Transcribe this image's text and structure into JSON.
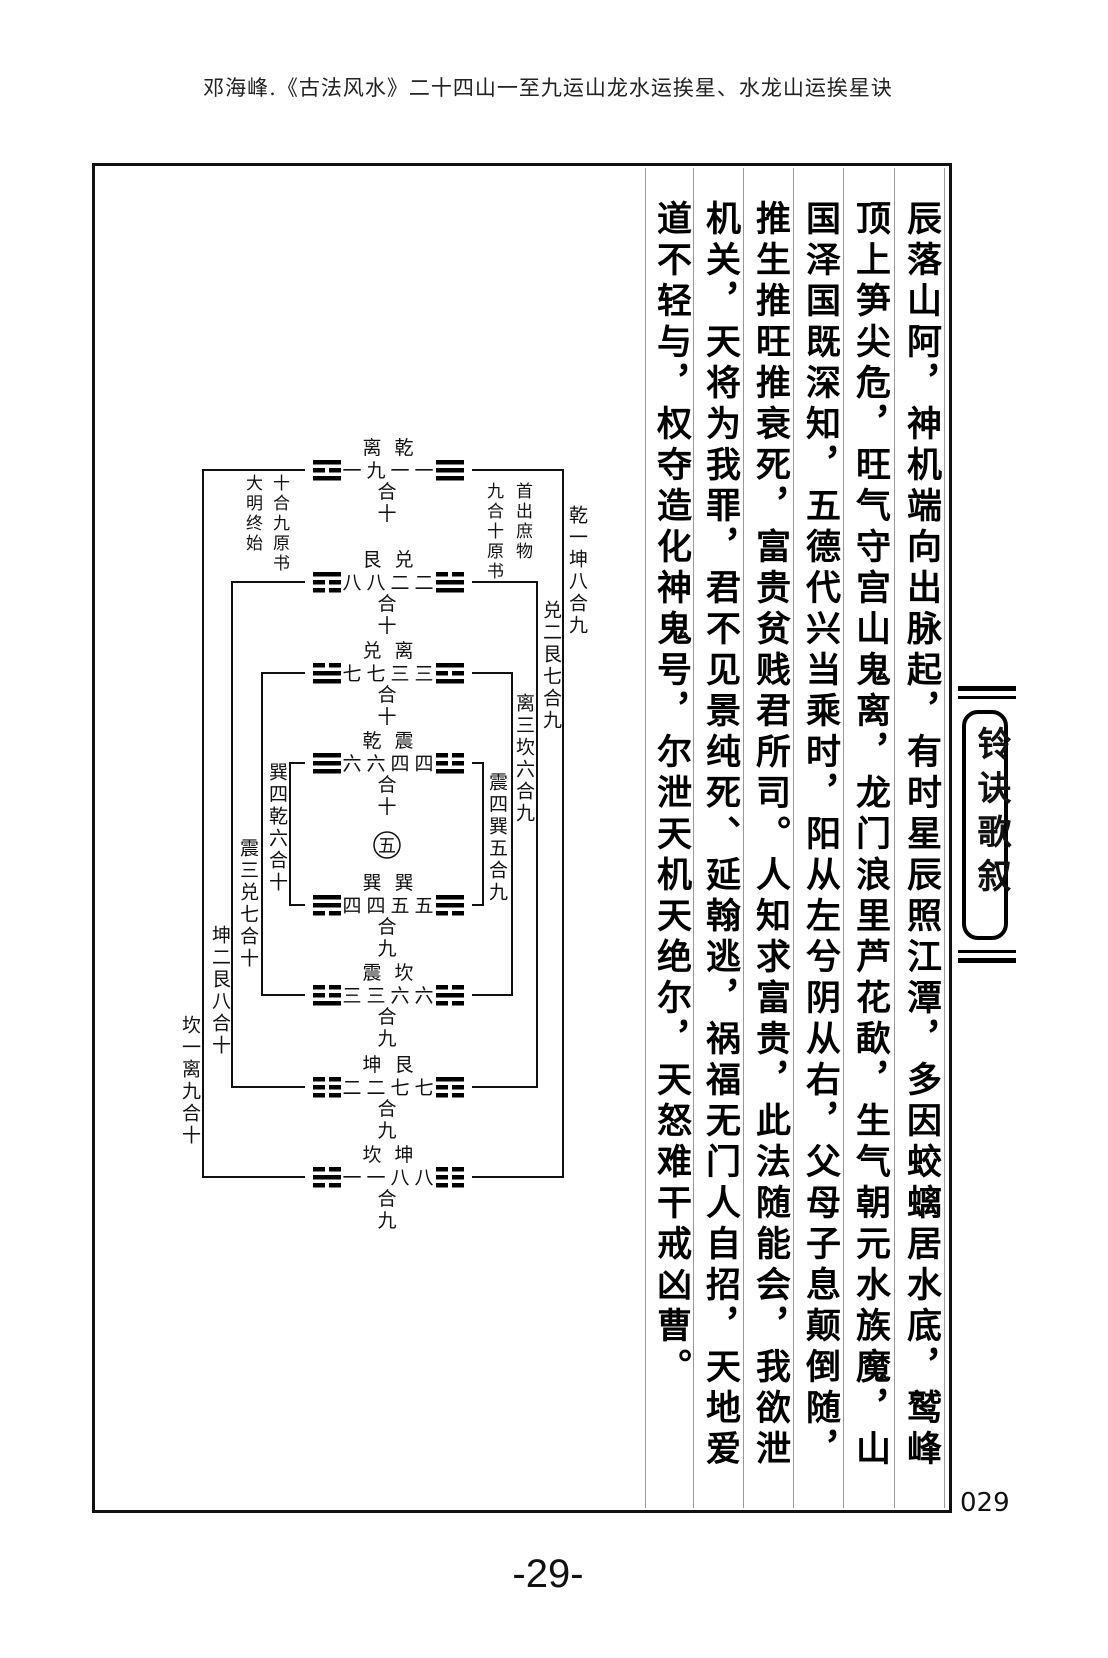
{
  "header": {
    "title": "邓海峰.《古法风水》二十四山一至九运山龙水运挨星、水龙山运挨星诀"
  },
  "text_columns": [
    "辰落山阿，神机端向出脉起，有时星辰照江潭，多因蛟螭居水底，鹫峰",
    "顶上笋尖危，旺气守宫山鬼离，龙门浪里芦花歃，生气朝元水族魔，山",
    "国泽国既深知，五德代兴当乘时，阳从左兮阴从右，父母子息颠倒随，",
    "推生推旺推衰死，富贵贫贱君所司。人知求富贵，此法随能会，我欲泄",
    "机关，天将为我罪，君不见景纯死、延翰逃，祸福无门人自招，天地爱",
    "道不轻与，权夺造化神鬼号，尔泄天机天绝尔，天怒难干戒凶曹。"
  ],
  "section_tab": {
    "label": "铃诀歌叙"
  },
  "page_number_corner": "029",
  "page_number_bottom": "-29-",
  "diagram": {
    "center": "五",
    "rows": [
      {
        "left_trigram": "li",
        "right_trigram": "qian",
        "left_name": "离",
        "right_name": "乾",
        "numbers": [
          "一",
          "九",
          "一",
          "一"
        ],
        "he": "合",
        "sum": "十"
      },
      {
        "left_trigram": "gen",
        "right_trigram": "dui",
        "left_name": "艮",
        "right_name": "兑",
        "numbers": [
          "八",
          "八",
          "二",
          "二"
        ],
        "he": "合",
        "sum": "十"
      },
      {
        "left_trigram": "dui",
        "right_trigram": "li",
        "left_name": "兑",
        "right_name": "离",
        "numbers": [
          "七",
          "七",
          "三",
          "三"
        ],
        "he": "合",
        "sum": "十"
      },
      {
        "left_trigram": "qian",
        "right_trigram": "zhen",
        "left_name": "乾",
        "right_name": "震",
        "numbers": [
          "六",
          "六",
          "四",
          "四"
        ],
        "he": "合",
        "sum": "十"
      },
      {
        "left_trigram": "xun",
        "right_trigram": "xun",
        "left_name": "巽",
        "right_name": "巽",
        "numbers": [
          "四",
          "四",
          "五",
          "五"
        ],
        "he": "合",
        "sum": "九"
      },
      {
        "left_trigram": "zhen",
        "right_trigram": "kan",
        "left_name": "震",
        "right_name": "坎",
        "numbers": [
          "三",
          "三",
          "六",
          "六"
        ],
        "he": "合",
        "sum": "九"
      },
      {
        "left_trigram": "kun",
        "right_trigram": "gen",
        "left_name": "坤",
        "right_name": "艮",
        "numbers": [
          "二",
          "二",
          "七",
          "七"
        ],
        "he": "合",
        "sum": "九"
      },
      {
        "left_trigram": "kan",
        "right_trigram": "kun",
        "left_name": "坎",
        "right_name": "坤",
        "numbers": [
          "一",
          "一",
          "八",
          "八"
        ],
        "he": "合",
        "sum": "九"
      }
    ],
    "side_labels": {
      "outer_left": "坎一离九合十",
      "outer_right": "乾一坤八合九",
      "frame2_left": "坤二艮八合十",
      "frame2_right": "兑二艮七合九",
      "frame3_left": "震三兑七合十",
      "frame3_right": "离三坎六合九",
      "frame4_left": "巽四乾六合十",
      "frame4_right": "震四巽五合九",
      "top_left_a": "十合九原书",
      "top_left_b": "大明终始",
      "top_right_a": "九合十原书",
      "top_right_b": "首出庶物"
    }
  }
}
